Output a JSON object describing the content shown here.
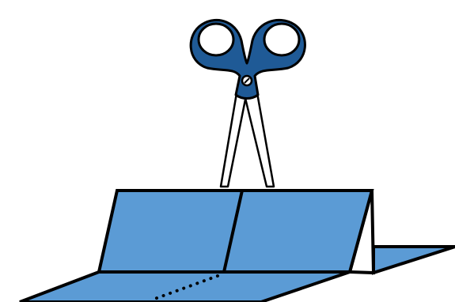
{
  "figure": {
    "subject": "paper-cutting-illustration",
    "elements": [
      "scissors-icon",
      "folded-paper",
      "dotted-cut-line"
    ]
  },
  "colors": {
    "paper_blue": "#5b9bd5",
    "scissors_handle_blue": "#1f5a96",
    "outline": "#000000",
    "blade_fill": "#ffffff",
    "background": "#ffffff"
  }
}
